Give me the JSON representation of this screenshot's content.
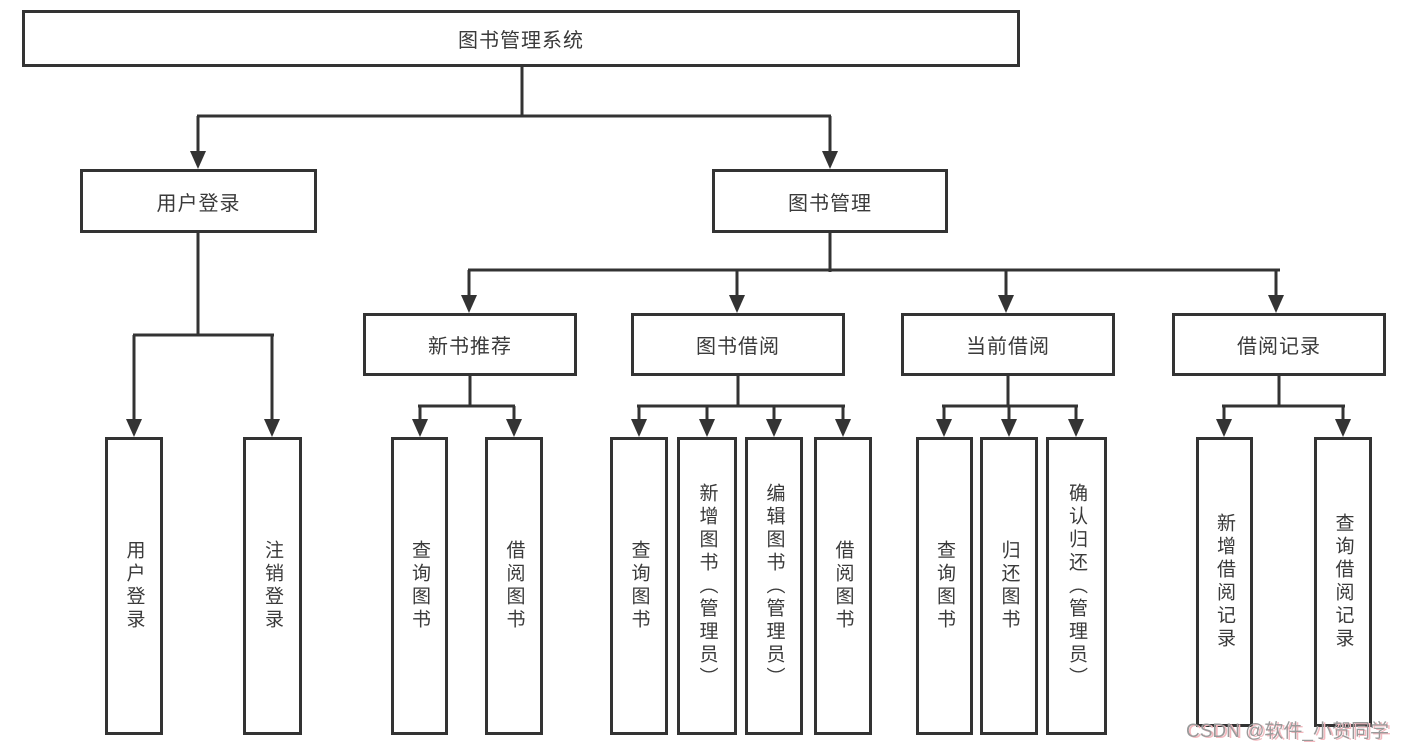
{
  "title": {
    "label": "图书管理系统"
  },
  "nodes": {
    "user_login": {
      "label": "用户登录"
    },
    "book_mgmt": {
      "label": "图书管理"
    },
    "new_book": {
      "label": "新书推荐"
    },
    "borrow": {
      "label": "图书借阅"
    },
    "current": {
      "label": "当前借阅"
    },
    "record": {
      "label": "借阅记录"
    },
    "leaf_user_login": {
      "label": "用户登录"
    },
    "leaf_logout": {
      "label": "注销登录"
    },
    "leaf_nb_query": {
      "label": "查询图书"
    },
    "leaf_nb_borrow": {
      "label": "借阅图书"
    },
    "leaf_bw_query": {
      "label": "查询图书"
    },
    "leaf_bw_add": {
      "label": "新增图书（管理员）"
    },
    "leaf_bw_edit": {
      "label": "编辑图书（管理员）"
    },
    "leaf_bw_borrow": {
      "label": "借阅图书"
    },
    "leaf_cb_query": {
      "label": "查询图书"
    },
    "leaf_cb_return": {
      "label": "归还图书"
    },
    "leaf_cb_confirm": {
      "label": "确认归还（管理员）"
    },
    "leaf_rec_add": {
      "label": "新增借阅记录"
    },
    "leaf_rec_query": {
      "label": "查询借阅记录"
    }
  },
  "watermark": {
    "label": "CSDN @软件_小贺同学"
  },
  "colors": {
    "line": "#333333",
    "border": "#333333",
    "text": "#3a3a3a",
    "watermark_text": "#9a9a9a",
    "watermark_shadow": "#f3b9bf"
  }
}
